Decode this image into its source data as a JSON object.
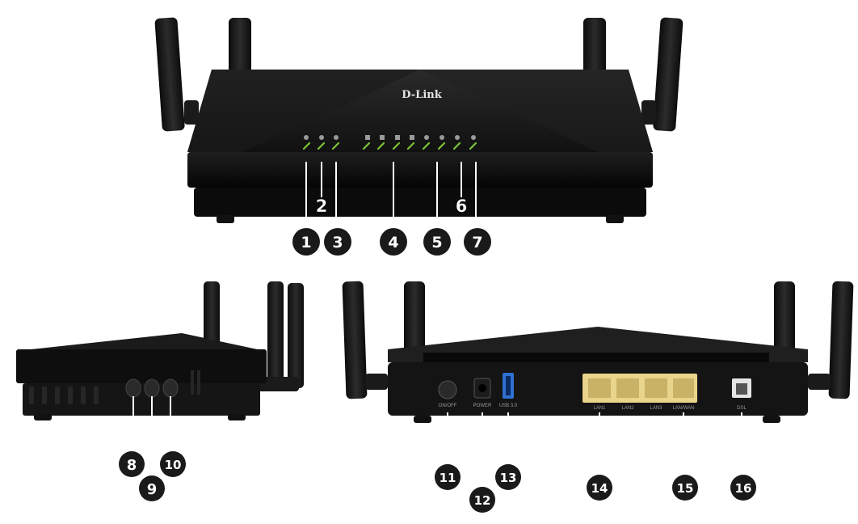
{
  "brand": "D-Link",
  "callouts": {
    "c1": "1",
    "c2": "2",
    "c3": "3",
    "c4": "4",
    "c5": "5",
    "c6": "6",
    "c7": "7",
    "c8": "8",
    "c9": "9",
    "c10": "10",
    "c11": "11",
    "c12": "12",
    "c13": "13",
    "c14": "14",
    "c15": "15",
    "c16": "16"
  },
  "rear_labels": {
    "onoff": "ON/OFF",
    "power": "POWER",
    "usb": "USB 3.0",
    "lan1": "LAN1",
    "lan2": "LAN2",
    "lan3": "LAN3",
    "lanwan": "LAN/WAN",
    "dsl": "DSL"
  },
  "colors": {
    "body": "#121212",
    "led_green": "#7cc43a",
    "port_yellow": "#e8d48a",
    "callout": "#1a1a1a"
  }
}
